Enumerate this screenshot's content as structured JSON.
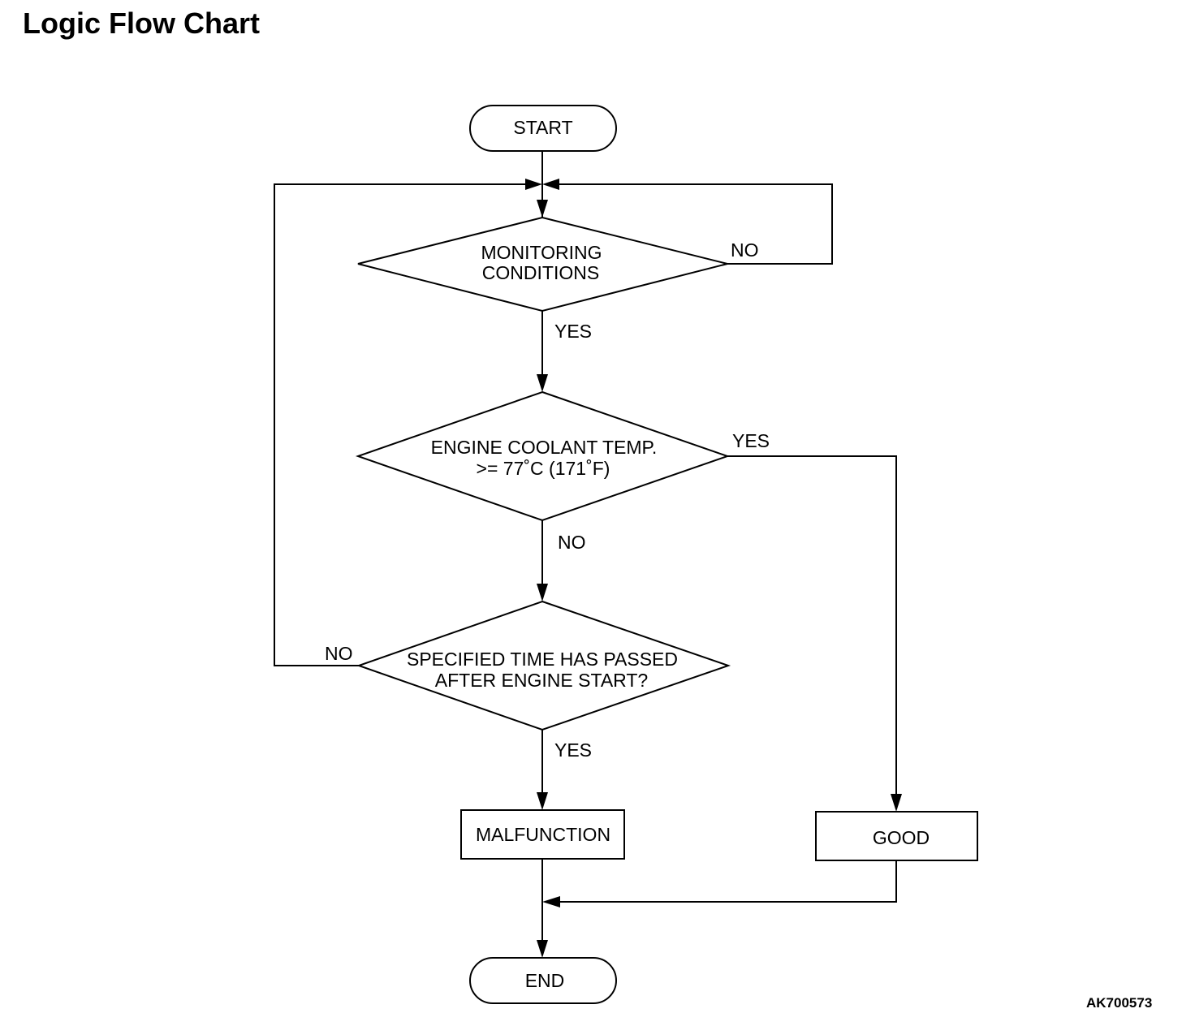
{
  "title": "Logic Flow Chart",
  "figure_id": "AK700573",
  "nodes": {
    "start": "START",
    "monitoring": [
      "MONITORING",
      "CONDITIONS"
    ],
    "coolant": [
      "ENGINE COOLANT TEMP.",
      ">= 77˚C (171˚F)"
    ],
    "time": [
      "SPECIFIED TIME HAS PASSED",
      "AFTER ENGINE START?"
    ],
    "malfunction": "MALFUNCTION",
    "good": "GOOD",
    "end": "END"
  },
  "edge_labels": {
    "monitoring_no": "NO",
    "monitoring_yes": "YES",
    "coolant_yes": "YES",
    "coolant_no": "NO",
    "time_no": "NO",
    "time_yes": "YES"
  }
}
